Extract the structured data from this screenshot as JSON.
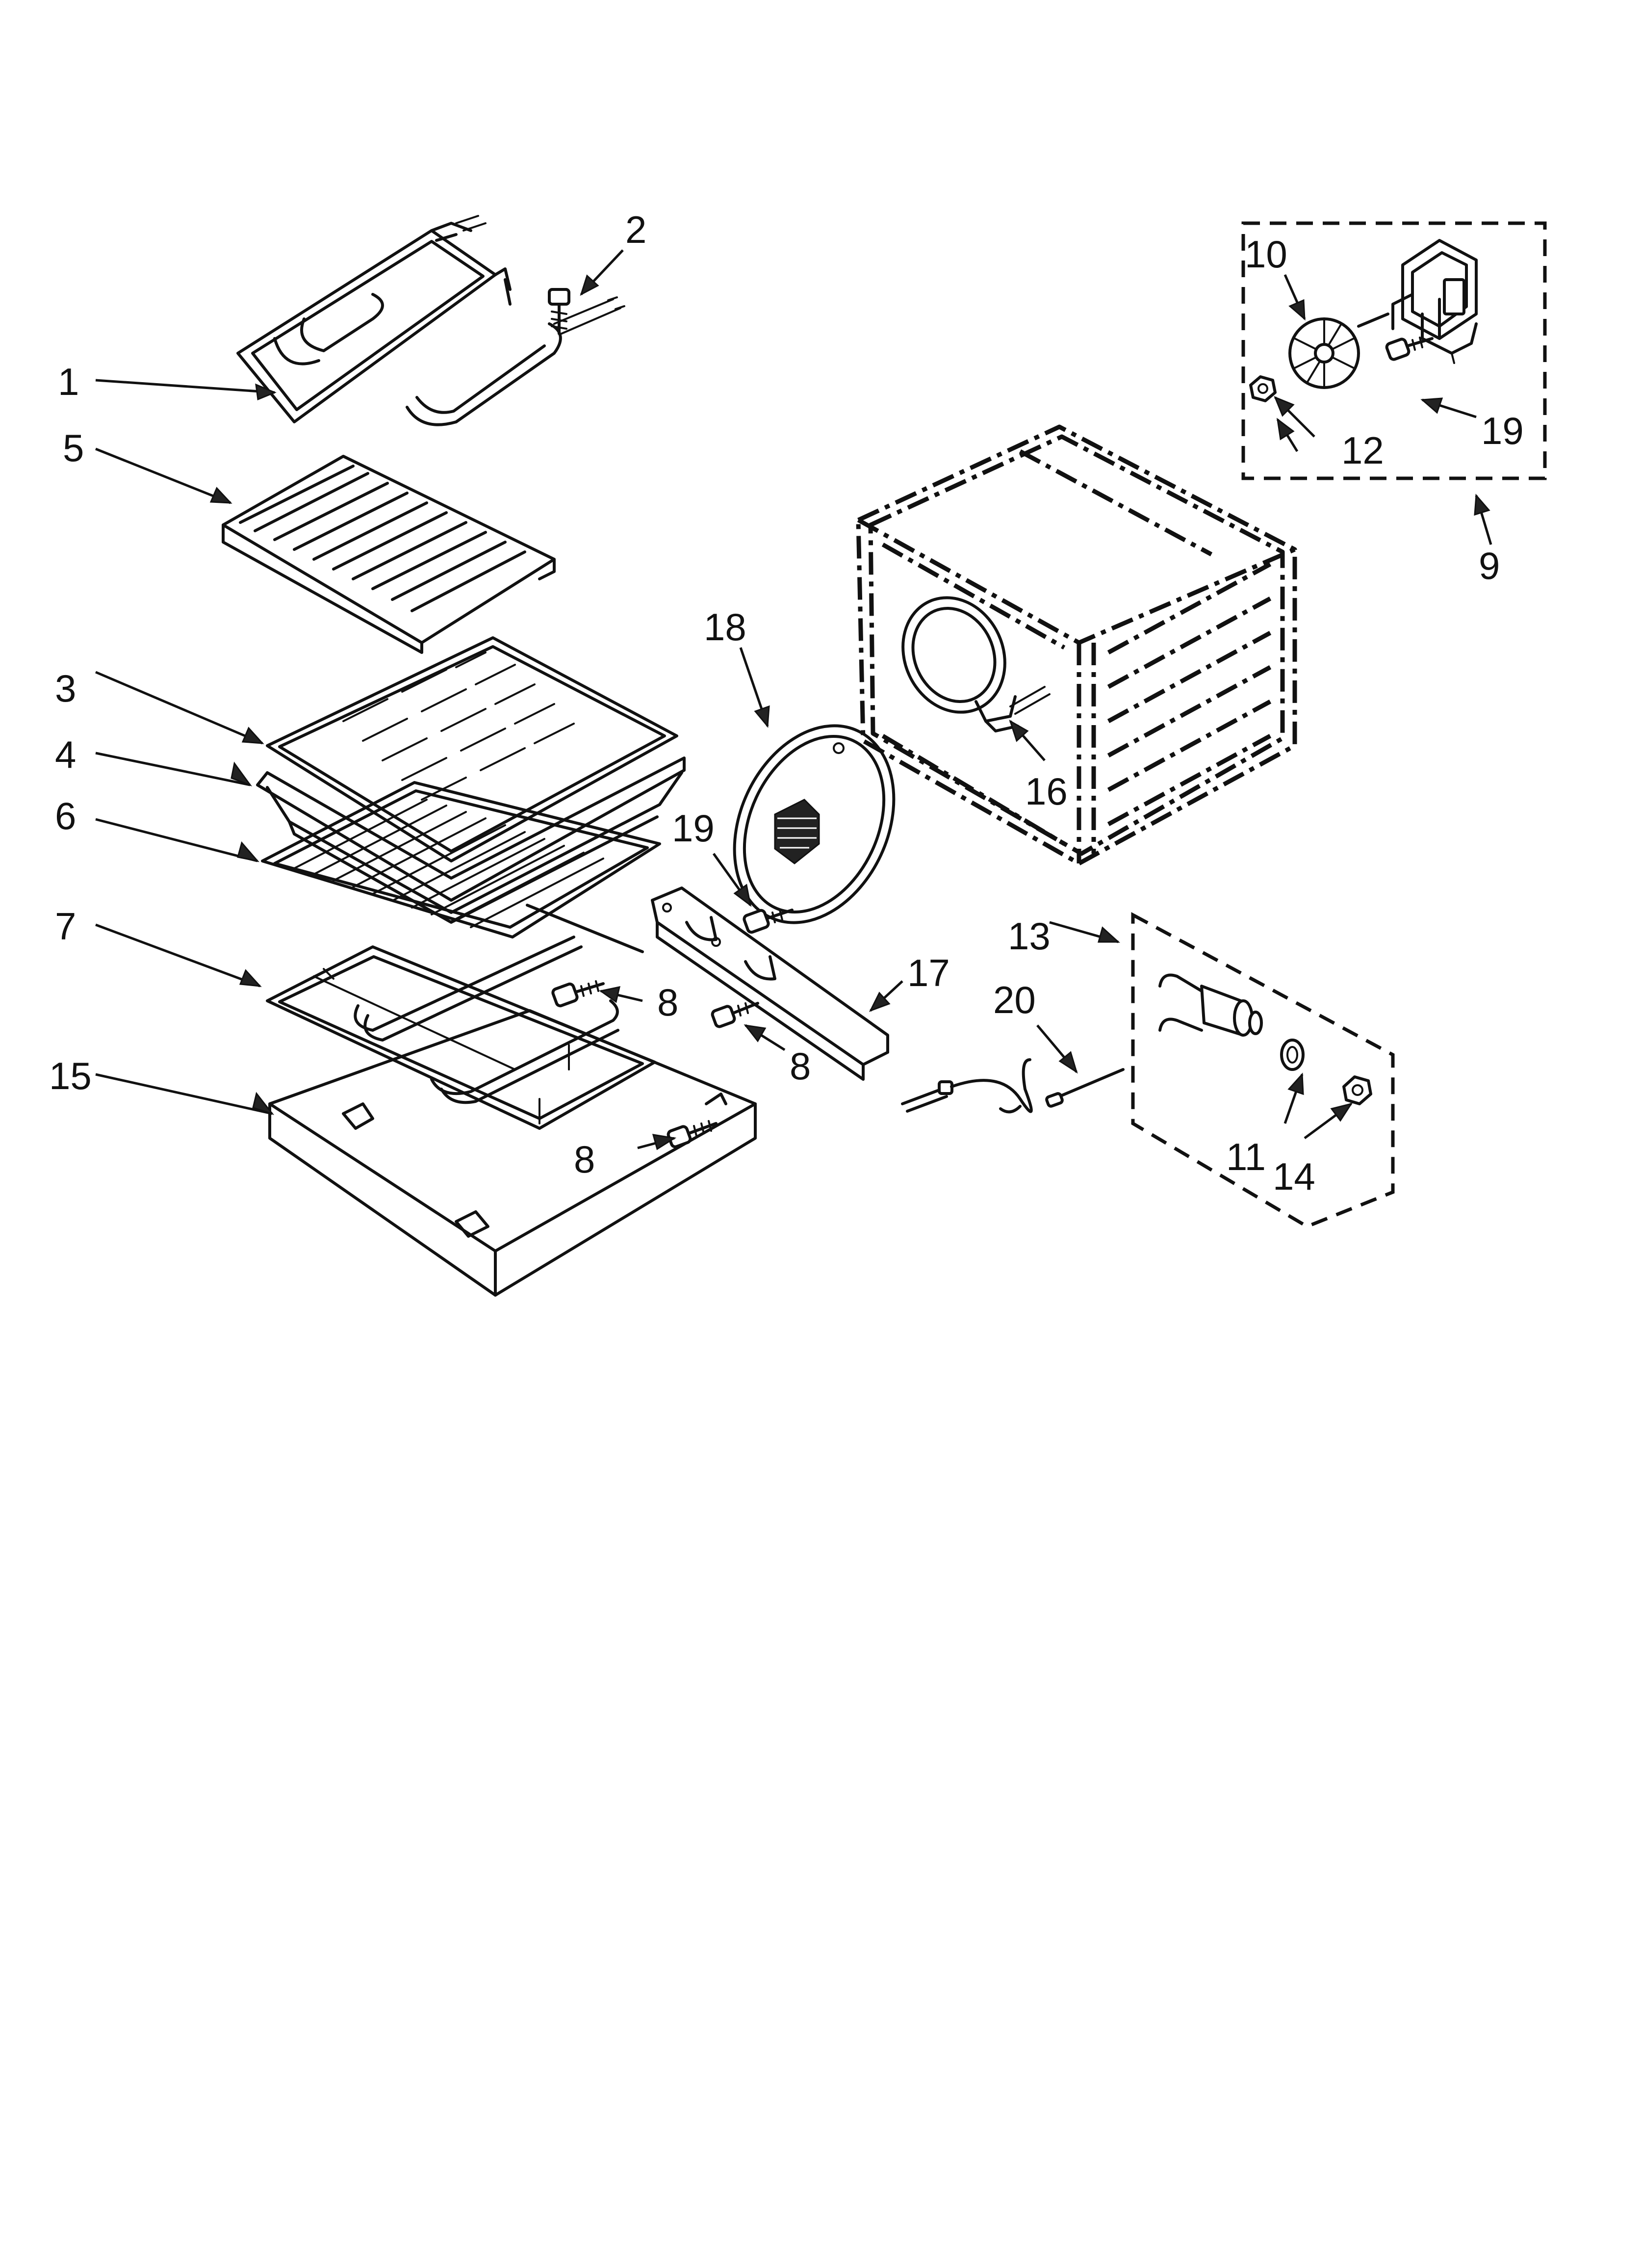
{
  "diagram": {
    "colors": {
      "ink": "#111111",
      "paper": "#ffffff"
    },
    "callouts": [
      {
        "id": "c1",
        "label": "1"
      },
      {
        "id": "c2",
        "label": "2"
      },
      {
        "id": "c3",
        "label": "3"
      },
      {
        "id": "c4",
        "label": "4"
      },
      {
        "id": "c5",
        "label": "5"
      },
      {
        "id": "c6",
        "label": "6"
      },
      {
        "id": "c7",
        "label": "7"
      },
      {
        "id": "c8a",
        "label": "8"
      },
      {
        "id": "c8b",
        "label": "8"
      },
      {
        "id": "c8c",
        "label": "8"
      },
      {
        "id": "c9",
        "label": "9"
      },
      {
        "id": "c10",
        "label": "10"
      },
      {
        "id": "c11",
        "label": "11"
      },
      {
        "id": "c12",
        "label": "12"
      },
      {
        "id": "c13",
        "label": "13"
      },
      {
        "id": "c14",
        "label": "14"
      },
      {
        "id": "c15",
        "label": "15"
      },
      {
        "id": "c16",
        "label": "16"
      },
      {
        "id": "c17",
        "label": "17"
      },
      {
        "id": "c18",
        "label": "18"
      },
      {
        "id": "c19a",
        "label": "19"
      },
      {
        "id": "c19b",
        "label": "19"
      },
      {
        "id": "c20",
        "label": "20"
      }
    ],
    "parts": [
      {
        "id": "p1",
        "icon": "broil-element-icon"
      },
      {
        "id": "p2",
        "icon": "screw-icon"
      },
      {
        "id": "p3",
        "icon": "broil-pan-grid-icon"
      },
      {
        "id": "p4",
        "icon": "broil-pan-icon"
      },
      {
        "id": "p5",
        "icon": "oven-rack-icon"
      },
      {
        "id": "p6",
        "icon": "oven-rack-icon"
      },
      {
        "id": "p7",
        "icon": "bake-element-icon"
      },
      {
        "id": "p8",
        "icon": "screw-icon"
      },
      {
        "id": "p9",
        "icon": "convection-motor-kit-icon"
      },
      {
        "id": "p10",
        "icon": "fan-blade-icon"
      },
      {
        "id": "p11",
        "icon": "lock-washer-icon"
      },
      {
        "id": "p12",
        "icon": "nut-icon"
      },
      {
        "id": "p13",
        "icon": "meat-probe-jack-kit-icon"
      },
      {
        "id": "p14",
        "icon": "nut-icon"
      },
      {
        "id": "p15",
        "icon": "element-cover-icon"
      },
      {
        "id": "p16",
        "icon": "convection-element-icon"
      },
      {
        "id": "p17",
        "icon": "bracket-icon"
      },
      {
        "id": "p18",
        "icon": "fan-baffle-icon"
      },
      {
        "id": "p19",
        "icon": "screw-icon"
      },
      {
        "id": "p20",
        "icon": "meat-probe-icon"
      }
    ]
  }
}
